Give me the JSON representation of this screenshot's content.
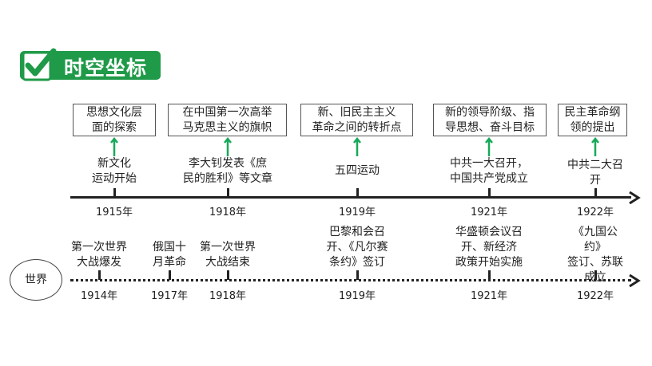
{
  "header": {
    "title": "时空坐标"
  },
  "china": {
    "events": [
      {
        "year": "1915年",
        "event": "新文化\n运动开始",
        "meaning": "思想文化层\n面的探索"
      },
      {
        "year": "1918年",
        "event": "李大钊发表《庶\n民的胜利》等文章",
        "meaning": "在中国第一次高举\n马克思主义的旗帜"
      },
      {
        "year": "1919年",
        "event": "五四运动",
        "meaning": "新、旧民主主义\n革命之间的转折点"
      },
      {
        "year": "1921年",
        "event": "中共一大召开，\n中国共产党成立",
        "meaning": "新的领导阶级、指\n导思想、奋斗目标"
      },
      {
        "year": "1922年",
        "event": "中共二大召开",
        "meaning": "民主革命纲\n领的提出"
      }
    ]
  },
  "world": {
    "label": "世界",
    "events": [
      {
        "year": "1914年",
        "event": "第一次世界\n大战爆发"
      },
      {
        "year": "1917年",
        "event": "俄国十\n月革命"
      },
      {
        "year": "1918年",
        "event": "第一次世界\n大战结束"
      },
      {
        "year": "1919年",
        "event": "巴黎和会召\n开、《凡尔赛\n条约》签订"
      },
      {
        "year": "1921年",
        "event": "华盛顿会议召\n开、新经济\n政策开始实施"
      },
      {
        "year": "1922年",
        "event": "《九国公约》\n签订、苏联\n成立"
      }
    ]
  },
  "colors": {
    "accent": "#1f9a48",
    "arrow": "#18a85a"
  }
}
